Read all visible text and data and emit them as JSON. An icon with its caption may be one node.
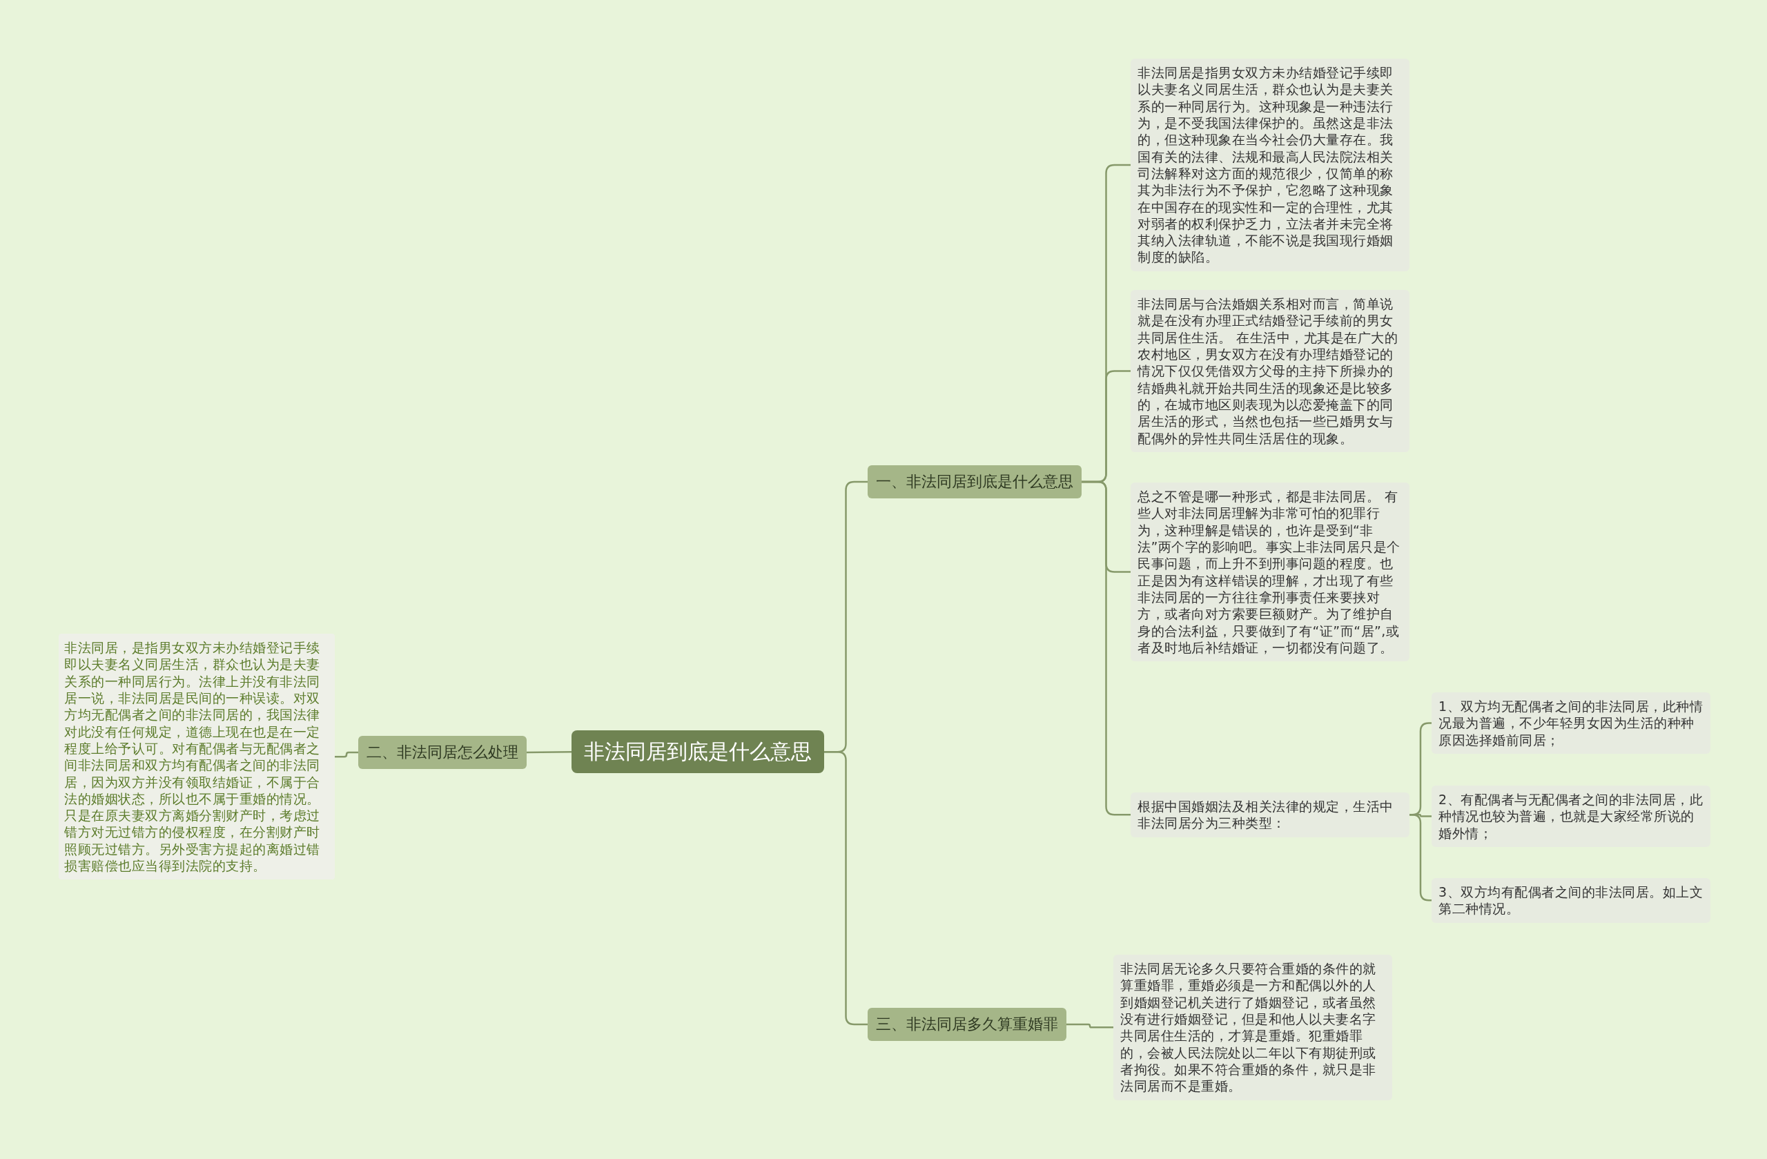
{
  "diagram": {
    "nodes": [
      {
        "text": [
          "非法同居到底是什么意思"
        ]
      },
      {
        "text": [
          "一、非法同居到底是什么意思"
        ]
      },
      {
        "text": [
          "非法同居是指男女双方未办结婚登记手续即以夫妻名义同居生活，群众也认为是夫妻关系的一种同居行为。这种现象是一种违法行为，是不受我国法律保护的。虽然这是非法的，但这种现象在当今社会仍大量存在。我国有关的法律、法规和最高人民法院法相关司法解释对这方面的规范很少，仅简单的称其为非法行为不予保护，它忽略了这种现象在中国存在的现实性和一定的合理性，尤其对弱者的权利保护乏力，立法者并未完全将其纳入法律轨道，不能不说是我国现行婚姻制度的缺陷。"
        ]
      },
      {
        "text": [
          "非法同居与合法婚姻关系相对而言，简单说就是在没有办理正式结婚登记手续前的男女共同居住生活。 在生活中，尤其是在广大的农村地区，男女双方在没有办理结婚登记的情况下仅仅凭借双方父母的主持下所操办的结婚典礼就开始共同生活的现象还是比较多的，在城市地区则表现为以恋爱掩盖下的同居生活的形式，当然也包括一些已婚男女与配偶外的异性共同生活居住的现象。"
        ]
      },
      {
        "text": [
          "总之不管是哪一种形式，都是非法同居。 有些人对非法同居理解为非常可怕的犯罪行为，这种理解是错误的，也许是受到“非法”两个字的影响吧。事实上非法同居只是个民事问题，而上升不到刑事问题的程度。也正是因为有这样错误的理解，才出现了有些非法同居的一方往往拿刑事责任来要挟对方，或者向对方索要巨额财产。为了维护自身的合法利益，只要做到了有“证”而“居”,或者及时地后补结婚证，一切都没有问题了。"
        ]
      },
      {
        "text": [
          "根据中国婚姻法及相关法律的规定，生活中非法同居分为三种类型："
        ]
      },
      {
        "text": [
          "1、双方均无配偶者之间的非法同居，此种情况最为普遍，不少年轻男女因为生活的种种原因选择婚前同居；"
        ]
      },
      {
        "text": [
          "2、有配偶者与无配偶者之间的非法同居，此种情况也较为普遍，也就是大家经常所说的婚外情；"
        ]
      },
      {
        "text": [
          "3、双方均有配偶者之间的非法同居。如上文第二种情况。"
        ]
      },
      {
        "text": [
          "三、非法同居多久算重婚罪"
        ]
      },
      {
        "text": [
          "非法同居无论多久只要符合重婚的条件的就算重婚罪，重婚必须是一方和配偶以外的人到婚姻登记机关进行了婚姻登记，或者虽然没有进行婚姻登记，但是和他人以夫妻名字共同居住生活的，才算是重婚。犯重婚罪的，会被人民法院处以二年以下有期徒刑或者拘役。如果不符合重婚的条件，就只是非法同居而不是重婚。"
        ]
      },
      {
        "text": [
          "二、非法同居怎么处理"
        ]
      },
      {
        "text": [
          "非法同居，是指男女双方未办结婚登记手续即以夫妻名义同居生活，群众也认为是夫妻关系的一种同居行为。法律上并没有非法同居一说，非法同居是民间的一种误读。对双方均无配偶者之间的非法同居的，我国法律对此没有任何规定，道德上现在也是在一定程度上给予认可。对有配偶者与无配偶者之间非法同居和双方均有配偶者之间的非法同居，因为双方并没有领取结婚证，不属于合法的婚姻状态，所以也不属于重婚的情况。只是在原夫妻双方离婚分割财产时，考虑过错方对无过错方的侵权程度，在分割财产时照顾无过错方。另外受害方提起的离婚过错损害赔偿也应当得到法院的支持。"
        ]
      }
    ],
    "edges": [
      {
        "from": 0,
        "to": 1,
        "arrow": "none"
      },
      {
        "from": 1,
        "to": 2,
        "arrow": "none"
      },
      {
        "from": 1,
        "to": 3,
        "arrow": "none"
      },
      {
        "from": 1,
        "to": 4,
        "arrow": "none"
      },
      {
        "from": 1,
        "to": 5,
        "arrow": "none"
      },
      {
        "from": 5,
        "to": 6,
        "arrow": "none"
      },
      {
        "from": 5,
        "to": 7,
        "arrow": "none"
      },
      {
        "from": 5,
        "to": 8,
        "arrow": "none"
      },
      {
        "from": 0,
        "to": 9,
        "arrow": "none"
      },
      {
        "from": 9,
        "to": 10,
        "arrow": "none"
      },
      {
        "from": 0,
        "to": 11,
        "arrow": "none"
      },
      {
        "from": 11,
        "to": 12,
        "arrow": "none"
      }
    ]
  }
}
